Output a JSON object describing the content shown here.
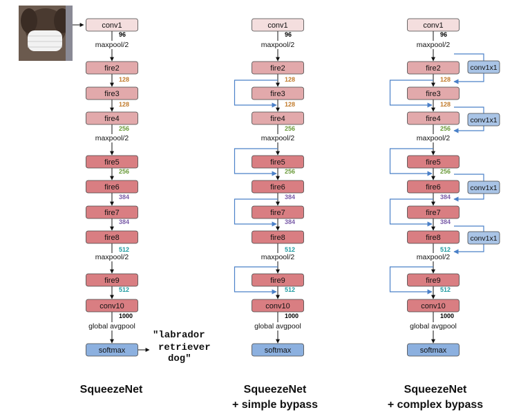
{
  "diagram": {
    "colors": {
      "conv_fill": "#f4dede",
      "fire_light_fill": "#e2a9ab",
      "fire_dark_fill": "#d97e82",
      "block_border": "#444444",
      "softmax_fill": "#8cb0df",
      "conv1x1_fill": "#a9c4e6",
      "bypass_line": "#4a80c8",
      "ch_96": "#000000",
      "ch_128": "#c07a2a",
      "ch_256": "#6a9a3a",
      "ch_384": "#7a5ca8",
      "ch_512": "#1e9aa0",
      "ch_1000": "#000000"
    },
    "output_label": "\"labrador retriever dog\"",
    "input_image_name": "masked-dog-photo",
    "panels": [
      {
        "caption_line1": "SqueezeNet",
        "caption_line2": "",
        "blocks": [
          "conv1",
          "fire2",
          "fire3",
          "fire4",
          "fire5",
          "fire6",
          "fire7",
          "fire8",
          "fire9",
          "conv10",
          "softmax"
        ],
        "channel_labels": [
          "96",
          "128",
          "128",
          "256",
          "256",
          "384",
          "384",
          "512",
          "512",
          "1000"
        ],
        "pool_labels": [
          "maxpool/2",
          "maxpool/2",
          "maxpool/2",
          "global avgpool"
        ]
      },
      {
        "caption_line1": "SqueezeNet",
        "caption_line2": "+ simple bypass",
        "blocks": [
          "conv1",
          "fire2",
          "fire3",
          "fire4",
          "fire5",
          "fire6",
          "fire7",
          "fire8",
          "fire9",
          "conv10",
          "softmax"
        ],
        "channel_labels": [
          "96",
          "128",
          "128",
          "256",
          "256",
          "384",
          "384",
          "512",
          "512",
          "1000"
        ],
        "pool_labels": [
          "maxpool/2",
          "maxpool/2",
          "maxpool/2",
          "global avgpool"
        ]
      },
      {
        "caption_line1": "SqueezeNet",
        "caption_line2": "+ complex bypass",
        "blocks": [
          "conv1",
          "fire2",
          "fire3",
          "fire4",
          "fire5",
          "fire6",
          "fire7",
          "fire8",
          "fire9",
          "conv10",
          "softmax"
        ],
        "channel_labels": [
          "96",
          "128",
          "128",
          "256",
          "256",
          "384",
          "384",
          "512",
          "512",
          "1000"
        ],
        "pool_labels": [
          "maxpool/2",
          "maxpool/2",
          "maxpool/2",
          "global avgpool"
        ],
        "conv1x1_labels": [
          "conv1x1",
          "conv1x1",
          "conv1x1",
          "conv1x1"
        ]
      }
    ]
  }
}
